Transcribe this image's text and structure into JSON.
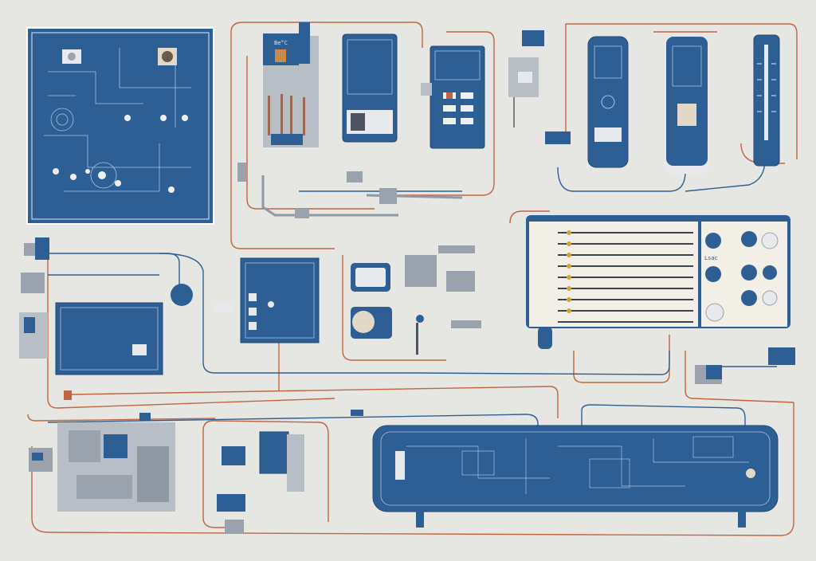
{
  "colors": {
    "background": "#e6e6e3",
    "panel_blue": "#2d5f95",
    "panel_blue_dark": "#1f4675",
    "panel_edge": "#ffffff",
    "wire_orange": "#c2643f",
    "wire_blue": "#2f5f91",
    "metal_gray": "#b8bec6",
    "cream": "#f2efe6"
  },
  "labels": {
    "panel_top_label": "Be°C",
    "rack_label": "Lsac"
  },
  "icons": [
    "circuit-board",
    "control-panel",
    "switchboard",
    "gauge",
    "wire",
    "meter",
    "connector"
  ]
}
